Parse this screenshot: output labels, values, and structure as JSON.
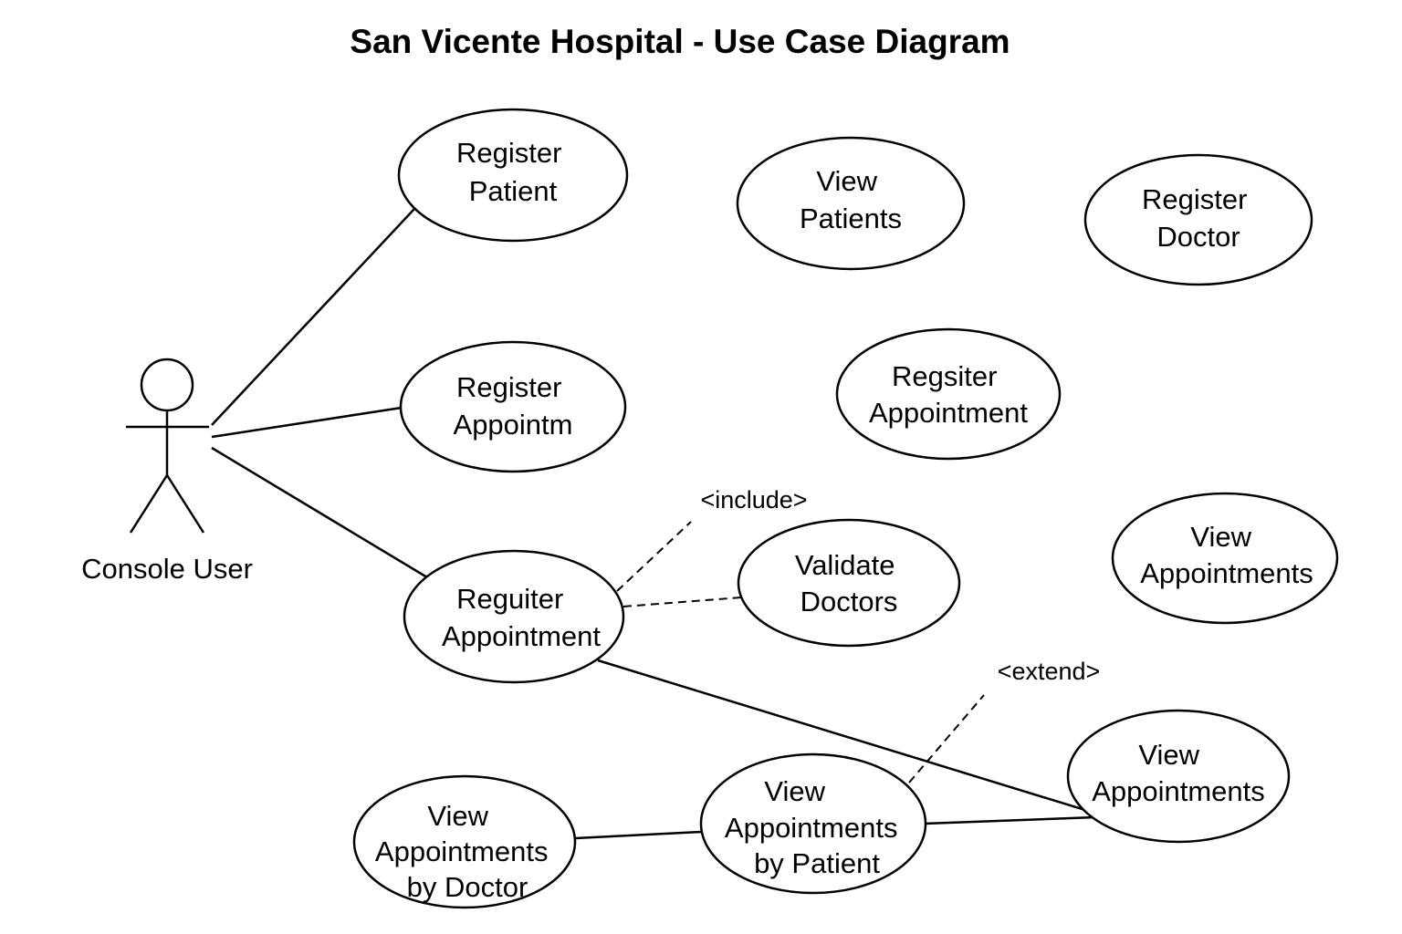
{
  "title": "San Vicente Hospital - Use Case Diagram",
  "actor": {
    "label": "Console User"
  },
  "use_cases": {
    "register_patient": [
      "Register",
      "Patient"
    ],
    "view_patients": [
      "View",
      "Patients"
    ],
    "register_doctor": [
      "Register",
      "Doctor"
    ],
    "register_appointm": [
      "Register",
      "Appointm"
    ],
    "regsiter_appointment": [
      "Regsiter",
      "Appointment"
    ],
    "reguiter_appointment": [
      "Reguiter",
      "Appointment"
    ],
    "validate_doctors": [
      "Validate",
      "Doctors"
    ],
    "view_appointments_right": [
      "View",
      "Appointments"
    ],
    "view_appointments_bottom": [
      "View",
      "Appointments"
    ],
    "view_appointments_by_patient": [
      "View",
      "Appointments",
      "by Patient"
    ],
    "view_appointments_by_doctor": [
      "View",
      "Appointments",
      "by Doctor"
    ]
  },
  "relations": {
    "include_label": "<include>",
    "extend_label": "<extend>"
  }
}
